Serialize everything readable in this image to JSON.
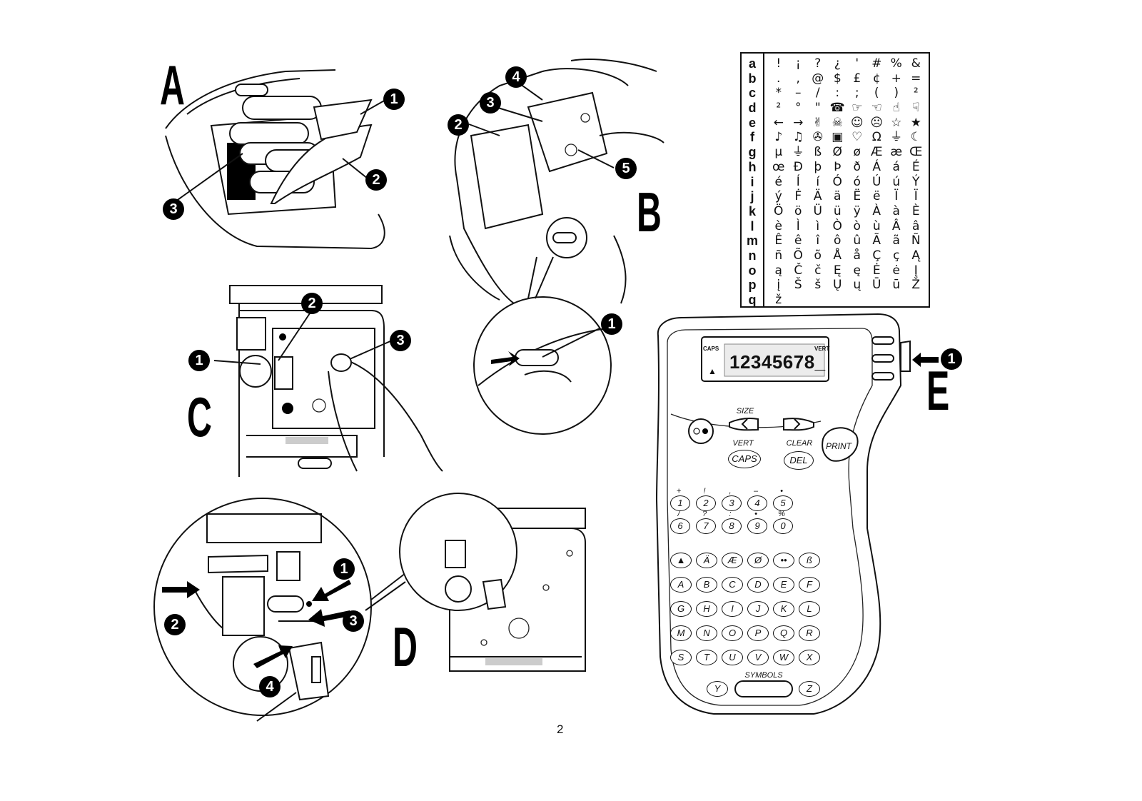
{
  "figures": {
    "a": {
      "letter": "A",
      "callouts": [
        "1",
        "2",
        "3"
      ]
    },
    "b": {
      "letter": "B",
      "callouts": [
        "4",
        "3",
        "2",
        "5",
        "1"
      ]
    },
    "c": {
      "letter": "C",
      "callouts": [
        "2",
        "1",
        "3"
      ]
    },
    "d": {
      "letter": "D",
      "callouts": [
        "1",
        "2",
        "3",
        "4"
      ]
    },
    "e": {
      "letter": "E",
      "callout": "1"
    }
  },
  "char_table": {
    "row_keys": [
      "a",
      "b",
      "c",
      "d",
      "e",
      "f",
      "g",
      "h",
      "i",
      "j",
      "k",
      "l",
      "m",
      "n",
      "o",
      "p",
      "q"
    ],
    "rows": [
      [
        "!",
        "¡",
        "?",
        "¿",
        "'",
        "#",
        "%",
        "&"
      ],
      [
        ".",
        ",",
        "@",
        "$",
        "£",
        "¢",
        "+",
        "="
      ],
      [
        "*",
        "–",
        "/",
        ":",
        ";",
        "(",
        ")",
        "²"
      ],
      [
        "²",
        "°",
        "\"",
        "☎",
        "☞",
        "☜",
        "☝",
        "☟"
      ],
      [
        "←",
        "→",
        "✌",
        "☠",
        "☺",
        "☹",
        "☆",
        "★"
      ],
      [
        "♪",
        "♫",
        "✇",
        "▣",
        "♡",
        "Ω",
        "⏚",
        "☾"
      ],
      [
        "µ",
        "⏚",
        "ß",
        "Ø",
        "ø",
        "Æ",
        "æ",
        "Œ"
      ],
      [
        "œ",
        "Ð",
        "þ",
        "Þ",
        "ð",
        "Á",
        "á",
        "É"
      ],
      [
        "é",
        "Í",
        "í",
        "Ó",
        "ó",
        "Ú",
        "ú",
        "Ý"
      ],
      [
        "ý",
        "Ḟ",
        "Ä",
        "ä",
        "Ë",
        "ë",
        "Ï",
        "Ï"
      ],
      [
        "Ö",
        "ö",
        "Ü",
        "ü",
        "ÿ",
        "À",
        "à",
        "È"
      ],
      [
        "è",
        "Ì",
        "ì",
        "Ò",
        "ò",
        "ù",
        "Â",
        "â"
      ],
      [
        "Ê",
        "ê",
        "î",
        "ô",
        "û",
        "Ã",
        "ã",
        "Ñ"
      ],
      [
        "ñ",
        "Õ",
        "õ",
        "Å",
        "å",
        "Ç",
        "ç",
        "Ą"
      ],
      [
        "ą",
        "Č",
        "č",
        "Ę",
        "ę",
        "Ė",
        "ė",
        "Į"
      ],
      [
        "į",
        "Š",
        "š",
        "Ų",
        "ų",
        "Ū",
        "ū",
        "Ž"
      ],
      [
        "ž",
        "",
        "",
        "",
        "",
        "",
        "",
        ""
      ]
    ]
  },
  "device": {
    "lcd": {
      "left_tag": "CAPS",
      "right_tag": "VERT",
      "text": "12345678_"
    },
    "labels": {
      "size": "SIZE",
      "vert": "VERT",
      "clear": "CLEAR",
      "symbols": "SYMBOLS"
    },
    "keys": {
      "caps": "CAPS",
      "del": "DEL",
      "print": "PRINT"
    },
    "number_row1": [
      "1",
      "2",
      "3",
      "4",
      "5"
    ],
    "number_row1_shift": [
      "+",
      "!",
      ",",
      "–",
      "•"
    ],
    "number_row2": [
      "6",
      "7",
      "8",
      "9",
      "0"
    ],
    "number_row2_shift": [
      "/",
      "?",
      ":",
      "•",
      "%"
    ],
    "accent_row": [
      "▲",
      "Ä",
      "Æ",
      "Ø",
      "••",
      "ß"
    ],
    "letter_rows": [
      [
        "A",
        "B",
        "C",
        "D",
        "E",
        "F"
      ],
      [
        "G",
        "H",
        "I",
        "J",
        "K",
        "L"
      ],
      [
        "M",
        "N",
        "O",
        "P",
        "Q",
        "R"
      ],
      [
        "S",
        "T",
        "U",
        "V",
        "W",
        "X"
      ]
    ],
    "bottom_row": [
      "Y",
      "Z"
    ]
  },
  "page_number": "2"
}
